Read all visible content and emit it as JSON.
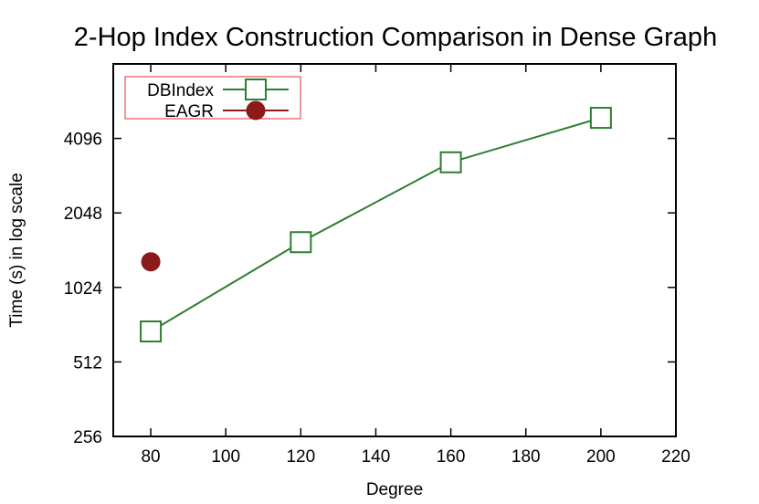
{
  "chart_data": {
    "type": "line",
    "title": "2-Hop Index Construction Comparison in Dense Graph",
    "xlabel": "Degree",
    "ylabel": "Time (s) in log scale",
    "xlim": [
      70,
      220
    ],
    "ylim": [
      256,
      8192
    ],
    "yscale": "log2",
    "xticks": [
      80,
      100,
      120,
      140,
      160,
      180,
      200,
      220
    ],
    "yticks": [
      256,
      512,
      1024,
      2048,
      4096
    ],
    "grid": false,
    "legend_position": "top-left",
    "series": [
      {
        "name": "DBIndex",
        "color": "#2e7d32",
        "marker": "square-open",
        "line": true,
        "x": [
          80,
          120,
          160,
          200
        ],
        "y": [
          680,
          1560,
          3280,
          4960
        ]
      },
      {
        "name": "EAGR",
        "color": "#8b1a1a",
        "marker": "circle-filled",
        "line": true,
        "x": [
          80
        ],
        "y": [
          1300
        ]
      }
    ]
  }
}
